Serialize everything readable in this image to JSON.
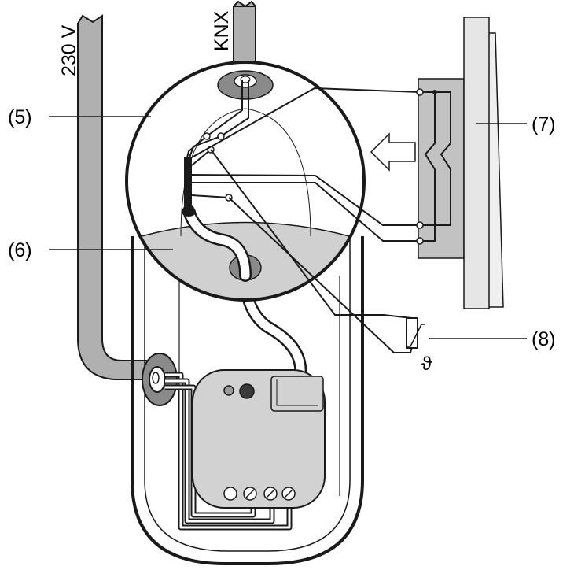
{
  "cables": {
    "mains_label": "230 V",
    "bus_label": "KNX"
  },
  "callouts": {
    "c5": "(5)",
    "c6": "(6)",
    "c7": "(7)",
    "c8": "(8)"
  },
  "symbols": {
    "temperature": "ϑ"
  },
  "icons": [
    "arrow-left-icon",
    "temperature-sensor-icon",
    "switch-contact-icon",
    "terminal-screw-icon",
    "led-indicator-icon"
  ]
}
